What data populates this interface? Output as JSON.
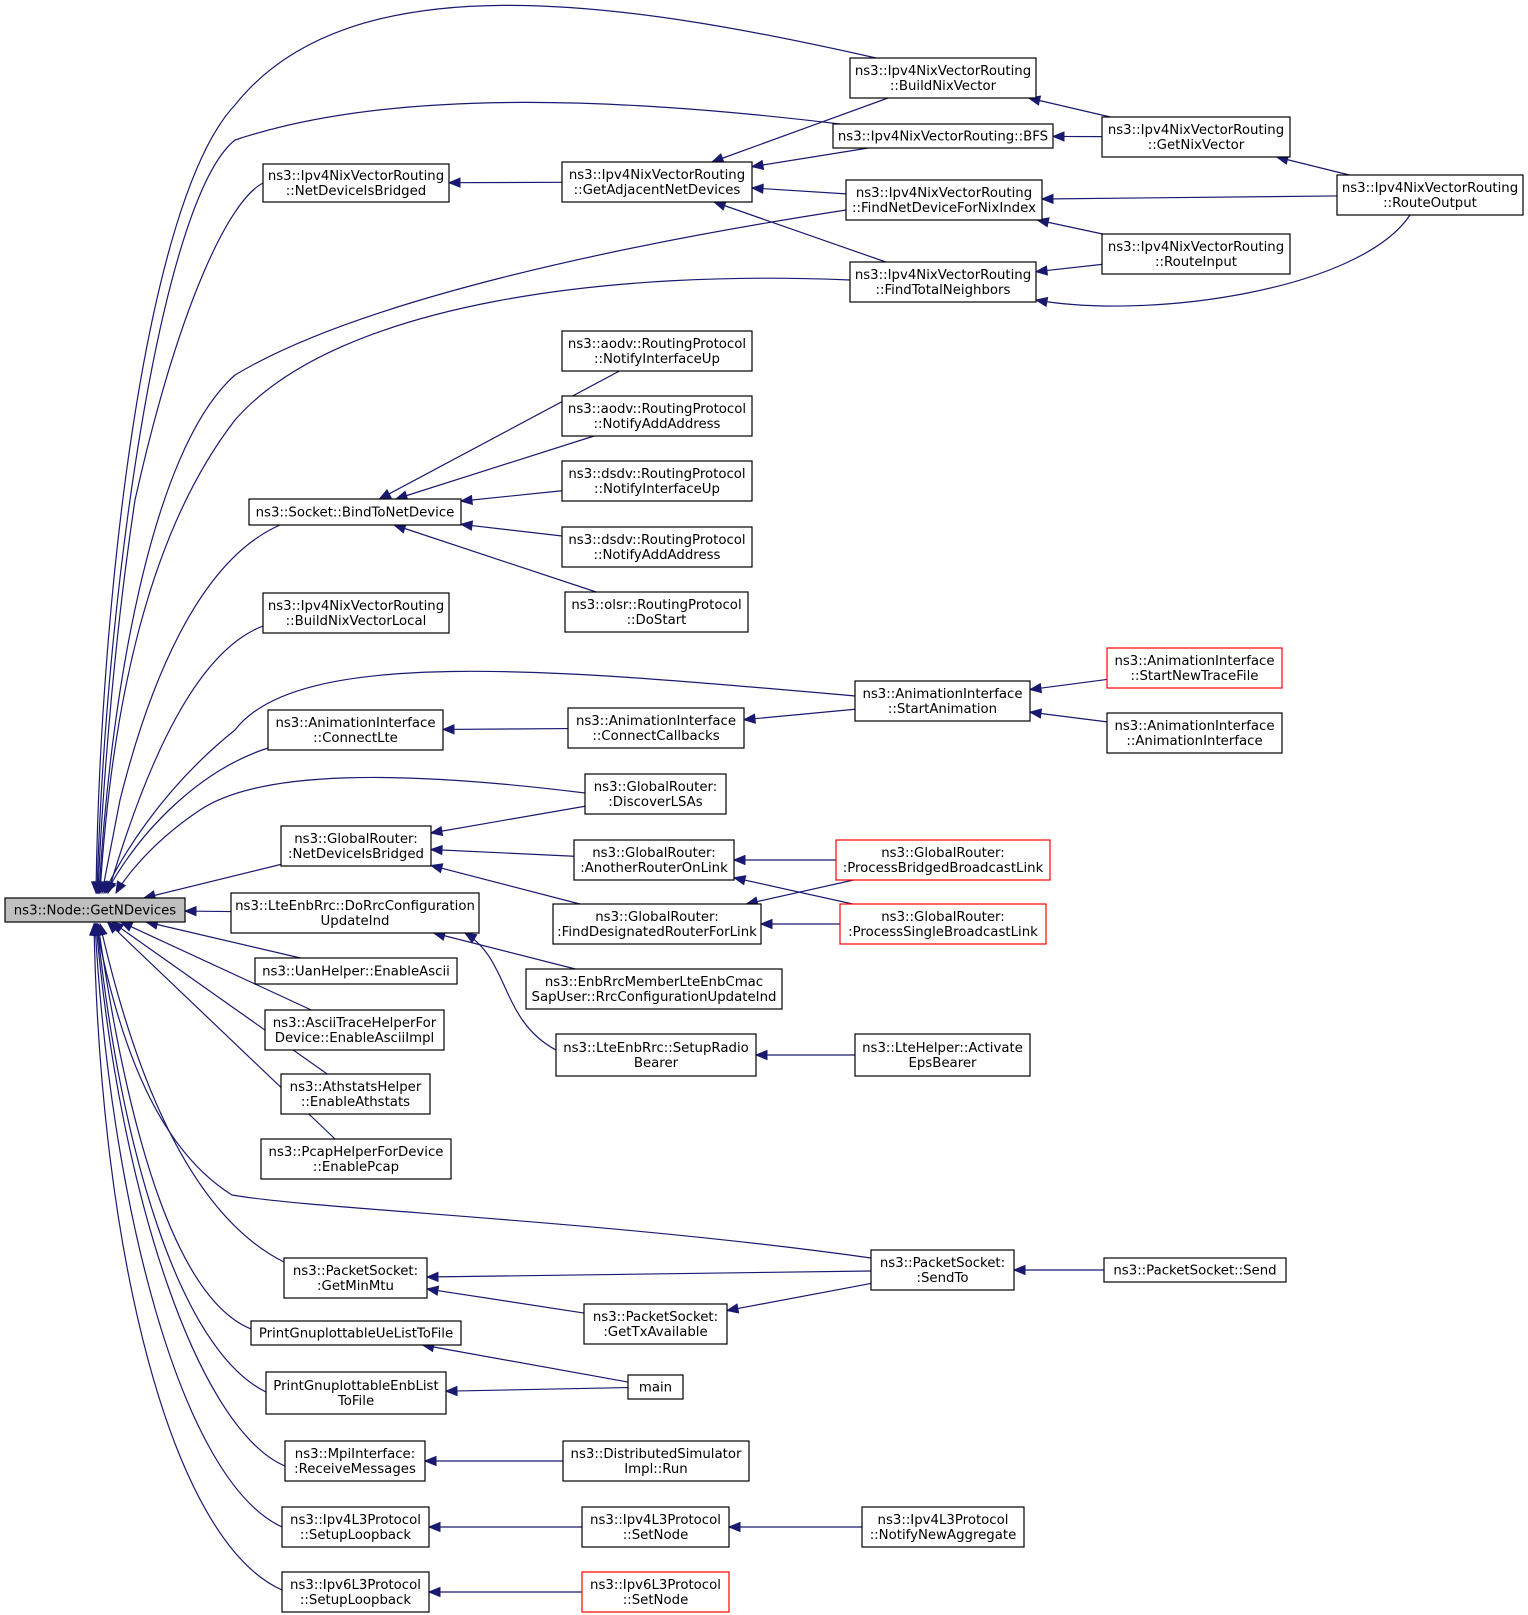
{
  "colors": {
    "edge": "#191970",
    "root_fill": "#bfbfbf",
    "link_border": "#000000",
    "truncated_border": "#ff0000"
  },
  "nodes": [
    {
      "id": "root",
      "lines": [
        "ns3::Node::GetNDevices"
      ],
      "style": "root"
    },
    {
      "id": "nvr_build",
      "lines": [
        "ns3::Ipv4NixVectorRouting",
        "::BuildNixVector"
      ]
    },
    {
      "id": "nvr_bfs",
      "lines": [
        "ns3::Ipv4NixVectorRouting::BFS"
      ]
    },
    {
      "id": "nvr_getnix",
      "lines": [
        "ns3::Ipv4NixVectorRouting",
        "::GetNixVector"
      ]
    },
    {
      "id": "nvr_routeout",
      "lines": [
        "ns3::Ipv4NixVectorRouting",
        "::RouteOutput"
      ]
    },
    {
      "id": "nvr_bridged",
      "lines": [
        "ns3::Ipv4NixVectorRouting",
        "::NetDeviceIsBridged"
      ]
    },
    {
      "id": "nvr_adj",
      "lines": [
        "ns3::Ipv4NixVectorRouting",
        "::GetAdjacentNetDevices"
      ]
    },
    {
      "id": "nvr_findnet",
      "lines": [
        "ns3::Ipv4NixVectorRouting",
        "::FindNetDeviceForNixIndex"
      ]
    },
    {
      "id": "nvr_routein",
      "lines": [
        "ns3::Ipv4NixVectorRouting",
        "::RouteInput"
      ]
    },
    {
      "id": "nvr_findtot",
      "lines": [
        "ns3::Ipv4NixVectorRouting",
        "::FindTotalNeighbors"
      ]
    },
    {
      "id": "aodv_up",
      "lines": [
        "ns3::aodv::RoutingProtocol",
        "::NotifyInterfaceUp"
      ]
    },
    {
      "id": "aodv_add",
      "lines": [
        "ns3::aodv::RoutingProtocol",
        "::NotifyAddAddress"
      ]
    },
    {
      "id": "dsdv_up",
      "lines": [
        "ns3::dsdv::RoutingProtocol",
        "::NotifyInterfaceUp"
      ]
    },
    {
      "id": "dsdv_add",
      "lines": [
        "ns3::dsdv::RoutingProtocol",
        "::NotifyAddAddress"
      ]
    },
    {
      "id": "olsr_start",
      "lines": [
        "ns3::olsr::RoutingProtocol",
        "::DoStart"
      ]
    },
    {
      "id": "sock_bind",
      "lines": [
        "ns3::Socket::BindToNetDevice"
      ]
    },
    {
      "id": "nvr_local",
      "lines": [
        "ns3::Ipv4NixVectorRouting",
        "::BuildNixVectorLocal"
      ]
    },
    {
      "id": "anim_start",
      "lines": [
        "ns3::AnimationInterface",
        "::StartAnimation"
      ]
    },
    {
      "id": "anim_newtrace",
      "lines": [
        "ns3::AnimationInterface",
        "::StartNewTraceFile"
      ],
      "style": "red"
    },
    {
      "id": "anim_ctor",
      "lines": [
        "ns3::AnimationInterface",
        "::AnimationInterface"
      ]
    },
    {
      "id": "anim_lte",
      "lines": [
        "ns3::AnimationInterface",
        "::ConnectLte"
      ]
    },
    {
      "id": "anim_cb",
      "lines": [
        "ns3::AnimationInterface",
        "::ConnectCallbacks"
      ]
    },
    {
      "id": "gr_disc",
      "lines": [
        "ns3::GlobalRouter:",
        ":DiscoverLSAs"
      ]
    },
    {
      "id": "gr_bridged",
      "lines": [
        "ns3::GlobalRouter:",
        ":NetDeviceIsBridged"
      ]
    },
    {
      "id": "gr_another",
      "lines": [
        "ns3::GlobalRouter:",
        ":AnotherRouterOnLink"
      ]
    },
    {
      "id": "gr_procbridged",
      "lines": [
        "ns3::GlobalRouter:",
        ":ProcessBridgedBroadcastLink"
      ],
      "style": "red"
    },
    {
      "id": "gr_finddes",
      "lines": [
        "ns3::GlobalRouter:",
        ":FindDesignatedRouterForLink"
      ]
    },
    {
      "id": "gr_procsingle",
      "lines": [
        "ns3::GlobalRouter:",
        ":ProcessSingleBroadcastLink"
      ],
      "style": "red"
    },
    {
      "id": "lte_dorrc",
      "lines": [
        "ns3::LteEnbRrc::DoRrcConfiguration",
        "UpdateInd"
      ]
    },
    {
      "id": "uan_ascii",
      "lines": [
        "ns3::UanHelper::EnableAscii"
      ]
    },
    {
      "id": "enbrrc_member",
      "lines": [
        "ns3::EnbRrcMemberLteEnbCmac",
        "SapUser::RrcConfigurationUpdateInd"
      ]
    },
    {
      "id": "ascii_impl",
      "lines": [
        "ns3::AsciiTraceHelperFor",
        "Device::EnableAsciiImpl"
      ]
    },
    {
      "id": "lte_setup",
      "lines": [
        "ns3::LteEnbRrc::SetupRadio",
        "Bearer"
      ]
    },
    {
      "id": "ltehelper_eps",
      "lines": [
        "ns3::LteHelper::Activate",
        "EpsBearer"
      ]
    },
    {
      "id": "athstats",
      "lines": [
        "ns3::AthstatsHelper",
        "::EnableAthstats"
      ]
    },
    {
      "id": "pcap",
      "lines": [
        "ns3::PcapHelperForDevice",
        "::EnablePcap"
      ]
    },
    {
      "id": "ps_sendto",
      "lines": [
        "ns3::PacketSocket:",
        ":SendTo"
      ]
    },
    {
      "id": "ps_send",
      "lines": [
        "ns3::PacketSocket::Send"
      ]
    },
    {
      "id": "ps_minmtu",
      "lines": [
        "ns3::PacketSocket:",
        ":GetMinMtu"
      ]
    },
    {
      "id": "ps_txavail",
      "lines": [
        "ns3::PacketSocket:",
        ":GetTxAvailable"
      ]
    },
    {
      "id": "pg_ue",
      "lines": [
        "PrintGnuplottableUeListToFile"
      ]
    },
    {
      "id": "main",
      "lines": [
        "main"
      ]
    },
    {
      "id": "pg_enb",
      "lines": [
        "PrintGnuplottableEnbList",
        "ToFile"
      ]
    },
    {
      "id": "mpi_recv",
      "lines": [
        "ns3::MpiInterface:",
        ":ReceiveMessages"
      ]
    },
    {
      "id": "dist_run",
      "lines": [
        "ns3::DistributedSimulator",
        "Impl::Run"
      ]
    },
    {
      "id": "ipv4_loop",
      "lines": [
        "ns3::Ipv4L3Protocol",
        "::SetupLoopback"
      ]
    },
    {
      "id": "ipv4_setnode",
      "lines": [
        "ns3::Ipv4L3Protocol",
        "::SetNode"
      ]
    },
    {
      "id": "ipv4_notify",
      "lines": [
        "ns3::Ipv4L3Protocol",
        "::NotifyNewAggregate"
      ]
    },
    {
      "id": "ipv6_loop",
      "lines": [
        "ns3::Ipv6L3Protocol",
        "::SetupLoopback"
      ]
    },
    {
      "id": "ipv6_setnode",
      "lines": [
        "ns3::Ipv6L3Protocol",
        "::SetNode"
      ],
      "style": "red"
    }
  ],
  "edges": [
    [
      "nvr_build",
      "root"
    ],
    [
      "nvr_bfs",
      "root"
    ],
    [
      "nvr_bridged",
      "root"
    ],
    [
      "nvr_findnet",
      "root"
    ],
    [
      "nvr_findtot",
      "root"
    ],
    [
      "sock_bind",
      "root"
    ],
    [
      "nvr_local",
      "root"
    ],
    [
      "anim_start",
      "root"
    ],
    [
      "anim_lte",
      "root"
    ],
    [
      "gr_disc",
      "root"
    ],
    [
      "gr_bridged",
      "root"
    ],
    [
      "lte_dorrc",
      "root"
    ],
    [
      "uan_ascii",
      "root"
    ],
    [
      "ascii_impl",
      "root"
    ],
    [
      "athstats",
      "root"
    ],
    [
      "pcap",
      "root"
    ],
    [
      "ps_sendto",
      "root"
    ],
    [
      "ps_minmtu",
      "root"
    ],
    [
      "pg_ue",
      "root"
    ],
    [
      "pg_enb",
      "root"
    ],
    [
      "mpi_recv",
      "root"
    ],
    [
      "ipv4_loop",
      "root"
    ],
    [
      "ipv6_loop",
      "root"
    ],
    [
      "nvr_adj",
      "nvr_bridged"
    ],
    [
      "nvr_build",
      "nvr_adj"
    ],
    [
      "nvr_bfs",
      "nvr_adj"
    ],
    [
      "nvr_findnet",
      "nvr_adj"
    ],
    [
      "nvr_findtot",
      "nvr_adj"
    ],
    [
      "nvr_getnix",
      "nvr_build"
    ],
    [
      "nvr_getnix",
      "nvr_bfs"
    ],
    [
      "nvr_routeout",
      "nvr_getnix"
    ],
    [
      "nvr_routeout",
      "nvr_findnet"
    ],
    [
      "nvr_routein",
      "nvr_findnet"
    ],
    [
      "nvr_routein",
      "nvr_findtot"
    ],
    [
      "nvr_routeout",
      "nvr_findtot"
    ],
    [
      "aodv_up",
      "sock_bind"
    ],
    [
      "aodv_add",
      "sock_bind"
    ],
    [
      "dsdv_up",
      "sock_bind"
    ],
    [
      "dsdv_add",
      "sock_bind"
    ],
    [
      "olsr_start",
      "sock_bind"
    ],
    [
      "anim_newtrace",
      "anim_start"
    ],
    [
      "anim_ctor",
      "anim_start"
    ],
    [
      "anim_cb",
      "anim_lte"
    ],
    [
      "anim_start",
      "anim_cb"
    ],
    [
      "gr_disc",
      "gr_bridged"
    ],
    [
      "gr_another",
      "gr_bridged"
    ],
    [
      "gr_finddes",
      "gr_bridged"
    ],
    [
      "gr_procbridged",
      "gr_another"
    ],
    [
      "gr_procsingle",
      "gr_another"
    ],
    [
      "gr_procbridged",
      "gr_finddes"
    ],
    [
      "gr_procsingle",
      "gr_finddes"
    ],
    [
      "enbrrc_member",
      "lte_dorrc"
    ],
    [
      "lte_setup",
      "lte_dorrc"
    ],
    [
      "ltehelper_eps",
      "lte_setup"
    ],
    [
      "ps_send",
      "ps_sendto"
    ],
    [
      "ps_sendto",
      "ps_minmtu"
    ],
    [
      "ps_txavail",
      "ps_minmtu"
    ],
    [
      "ps_sendto",
      "ps_txavail"
    ],
    [
      "main",
      "pg_ue"
    ],
    [
      "main",
      "pg_enb"
    ],
    [
      "dist_run",
      "mpi_recv"
    ],
    [
      "ipv4_setnode",
      "ipv4_loop"
    ],
    [
      "ipv4_notify",
      "ipv4_setnode"
    ],
    [
      "ipv6_setnode",
      "ipv6_loop"
    ]
  ]
}
